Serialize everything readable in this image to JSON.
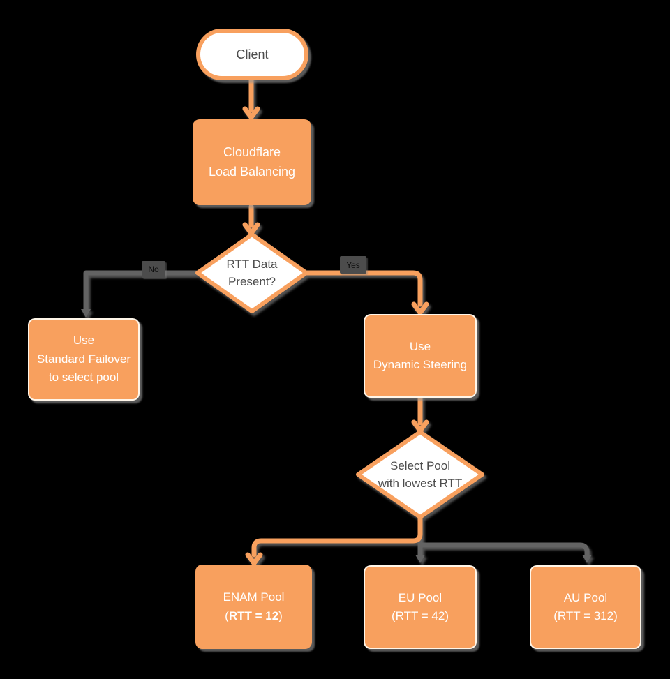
{
  "title": "Cloudflare Load Balancing flowchart",
  "colors": {
    "background": "#000000",
    "shape_orange": "#F8A05E",
    "connector_gray": "#636363",
    "edge_label_bg": "#4C4C4C",
    "text_dark": "#4D4D4D",
    "text_light": "#FFFFFF"
  },
  "nodes": {
    "client": {
      "label": "Client"
    },
    "cloudflare_lb": {
      "line1": "Cloudflare",
      "line2": "Load Balancing"
    },
    "rtt_decision": {
      "line1": "RTT Data",
      "line2": "Present?"
    },
    "standard_failover": {
      "line1": "Use",
      "line2": "Standard Failover",
      "line3": "to select pool"
    },
    "dynamic_steering": {
      "line1": "Use",
      "line2": "Dynamic Steering"
    },
    "select_pool_decision": {
      "line1": "Select Pool",
      "line2": "with lowest RTT"
    },
    "enam_pool": {
      "line1": "ENAM Pool",
      "line2_open": "(",
      "line2_bold": "RTT = 12",
      "line2_close": ")"
    },
    "eu_pool": {
      "line1": "EU Pool",
      "line2": "(RTT = 42)"
    },
    "au_pool": {
      "line1": "AU Pool",
      "line2": "(RTT = 312)"
    }
  },
  "edge_labels": {
    "no": "No",
    "yes": "Yes"
  }
}
